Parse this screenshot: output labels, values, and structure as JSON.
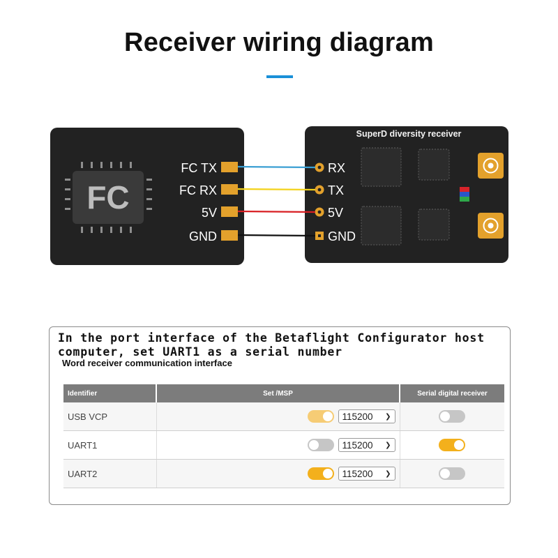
{
  "title": "Receiver wiring diagram",
  "fc": {
    "label": "FC",
    "pins": [
      "FC TX",
      "FC RX",
      "5V",
      "GND"
    ]
  },
  "receiver": {
    "title": "SuperD diversity receiver",
    "pins": [
      "RX",
      "TX",
      "5V",
      "GND"
    ]
  },
  "wire_colors": [
    "#3a9fd3",
    "#f3d21a",
    "#d81e22",
    "#111111"
  ],
  "colors": {
    "accent": "#1a90d8",
    "board": "#222222",
    "pad": "#e3a12c",
    "toggle_on": "#f3b01c"
  },
  "panel": {
    "heading": "In the port interface of the Betaflight Configurator host computer, set UART1 as a serial number",
    "subheading": "Word receiver communication interface",
    "columns": [
      "Identifier",
      "Set /MSP",
      "Serial digital receiver"
    ],
    "rows": [
      {
        "id": "USB VCP",
        "msp": "on",
        "baud": "115200",
        "serial_rx": "off"
      },
      {
        "id": "UART1",
        "msp": "off",
        "baud": "115200",
        "serial_rx": "on"
      },
      {
        "id": "UART2",
        "msp": "on",
        "baud": "115200",
        "serial_rx": "off"
      }
    ]
  }
}
